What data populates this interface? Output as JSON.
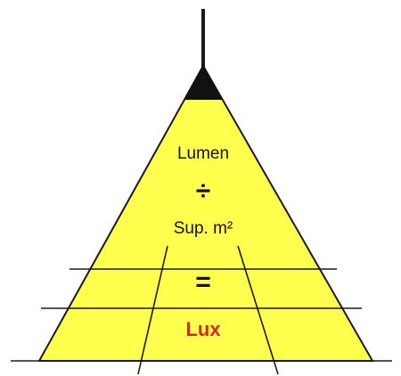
{
  "diagram": {
    "numerator": "Lumen",
    "operator_divide": "÷",
    "denominator": "Sup. m²",
    "operator_equals": "=",
    "result": "Lux"
  },
  "colors": {
    "light_cone": "#ffff4d",
    "lamp_cap": "#111111",
    "lines": "#1a1a1a",
    "result_text": "#e0231c"
  }
}
